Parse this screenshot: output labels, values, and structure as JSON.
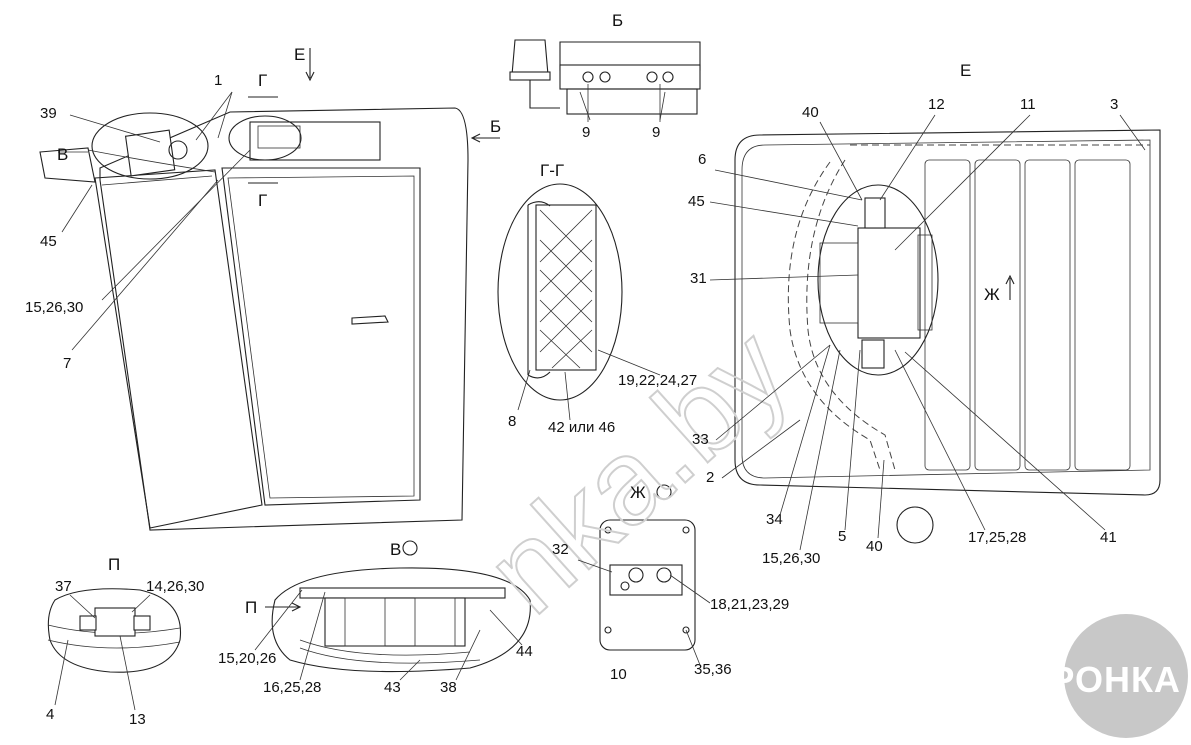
{
  "view_labels": {
    "B_cyr": "Б",
    "E_view_top": "Е",
    "E_view": "Е",
    "G_mark_top": "Г",
    "G_mark_bot": "Г",
    "G_section": "Г-Г",
    "V_left": "В",
    "V_bottom": "В",
    "Zh": "Ж",
    "Zh_view": "Ж",
    "P_mark": "П",
    "P_view": "П",
    "B_arrow": "Б"
  },
  "callouts": {
    "c1": "1",
    "c39": "39",
    "c45_left": "45",
    "c15_26_30_left": "15,26,30",
    "c7": "7",
    "c9a": "9",
    "c9b": "9",
    "c8": "8",
    "c42_46": "42 или 46",
    "c19_22_24_27": "19,22,24,27",
    "c40_top": "40",
    "c12": "12",
    "c11": "11",
    "c3": "3",
    "c6": "6",
    "c45_right": "45",
    "c31": "31",
    "c33": "33",
    "c2": "2",
    "c34": "34",
    "c15_26_30_right": "15,26,30",
    "c5": "5",
    "c40_bot": "40",
    "c17_25_28": "17,25,28",
    "c41": "41",
    "c32": "32",
    "c18_21_23_29": "18,21,23,29",
    "c10": "10",
    "c35_36": "35,36",
    "c37": "37",
    "c14_26_30": "14,26,30",
    "c4": "4",
    "c13": "13",
    "c15_20_26": "15,20,26",
    "c16_25_28": "16,25,28",
    "c43": "43",
    "c38": "38",
    "c44": "44"
  },
  "watermark": "nka.by",
  "logo": "АГРОНКА",
  "colors": {
    "line": "#222222",
    "logo_bg": "#b5b5b5",
    "watermark": "#cfcfcf"
  }
}
